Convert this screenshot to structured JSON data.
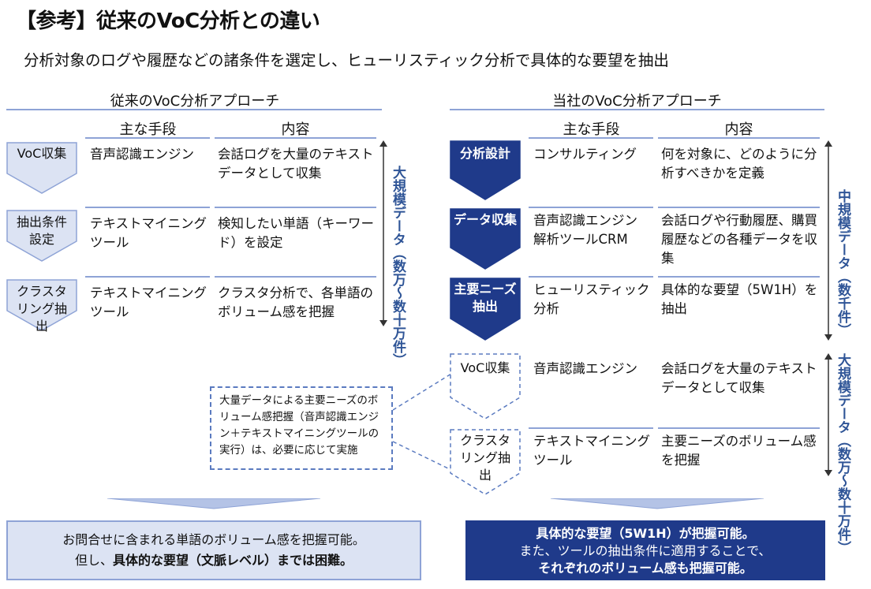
{
  "title": "【参考】従来のVoC分析との違い",
  "subtitle": "分析対象のログや履歴などの諸条件を選定し、ヒューリスティック分析で具体的な要望を抽出",
  "left": {
    "section_title": "従来のVoC分析アプローチ",
    "col_means": "主な手段",
    "col_content": "内容",
    "rows": [
      {
        "step": "VoC収集",
        "means": "音声認識エンジン",
        "content": "会話ログを大量のテキストデータとして収集"
      },
      {
        "step": "抽出条件設定",
        "means": "テキストマイニングツール",
        "content": "検知したい単語（キーワード）を設定"
      },
      {
        "step": "クラスタリング抽出",
        "means": "テキストマイニングツール",
        "content": "クラスタ分析で、各単語のボリューム感を把握"
      }
    ],
    "scale_label": "大規模データ（数万～数十万件）"
  },
  "right": {
    "section_title": "当社のVoC分析アプローチ",
    "col_means": "主な手段",
    "col_content": "内容",
    "rows": [
      {
        "step": "分析設計",
        "means": "コンサルティング",
        "content": "何を対象に、どのように分析すべきかを定義"
      },
      {
        "step": "データ収集",
        "means": "音声認識エンジン解析ツールCRM",
        "content": "会話ログや行動履歴、購買履歴などの各種データを収集"
      },
      {
        "step": "主要ニーズ抽出",
        "means": "ヒューリスティック分析",
        "content": "具体的な要望（5W1H）を抽出"
      }
    ],
    "scale_label": "中規模データ（数千件）",
    "optional_rows": [
      {
        "step": "VoC収集",
        "means": "音声認識エンジン",
        "content": "会話ログを大量のテキストデータとして収集"
      },
      {
        "step": "クラスタリング抽出",
        "means": "テキストマイニングツール",
        "content": "主要ニーズのボリューム感を把握"
      }
    ],
    "optional_scale_label": "大規模データ（数万～数十万件）"
  },
  "note": "大量データによる主要ニーズのボリューム感把握（音声認識エンジン＋テキストマイニングツールの実行）は、必要に応じて実施",
  "bottom_left": {
    "line1": "お問合せに含まれる単語のボリューム感を把握可能。",
    "line2_pre": "但し、",
    "line2_bold": "具体的な要望（文脈レベル）までは困難。"
  },
  "bottom_right": {
    "line1": "具体的な要望（5W1H）が把握可能。",
    "line2": "また、ツールの抽出条件に適用することで、",
    "line3": "それぞれのボリューム感も把握可能。"
  },
  "colors": {
    "dark_navy": "#1F3A8A",
    "light_blue": "#DCE3F3",
    "line_blue": "#8EA3D6",
    "text_blue": "#2F5597"
  }
}
